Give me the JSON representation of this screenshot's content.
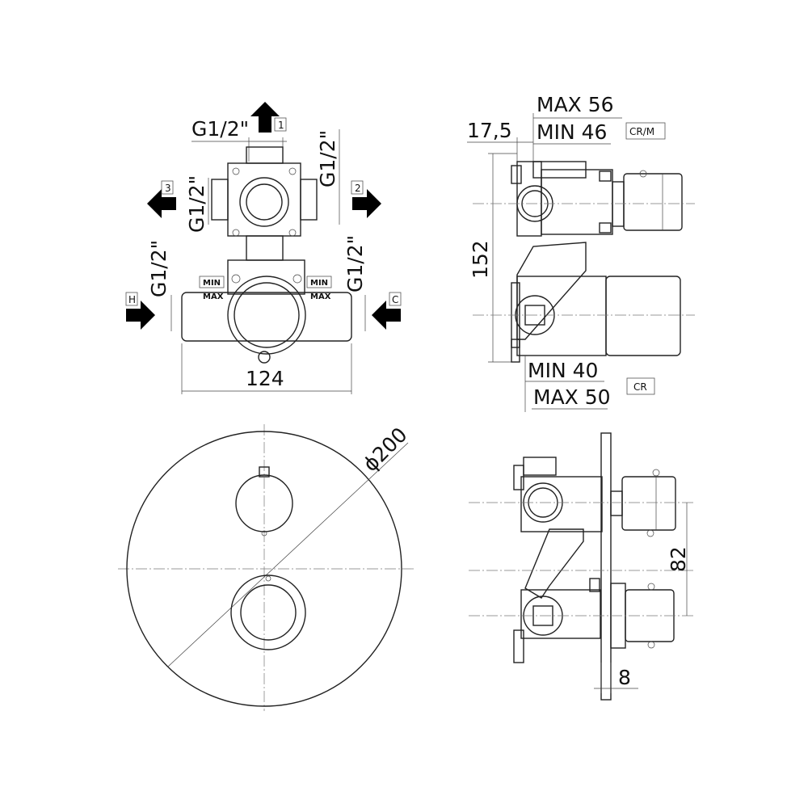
{
  "top_view": {
    "thread_top": "G1/2\"",
    "thread_left": "G1/2\"",
    "thread_right": "G1/2\"",
    "thread_lower_left": "G1/2\"",
    "thread_lower_right": "G1/2\"",
    "port_1": "1",
    "port_2": "2",
    "port_3": "3",
    "port_h": "H",
    "port_c": "C",
    "min_left": "MIN",
    "max_left": "MAX",
    "min_right": "MIN",
    "max_right": "MAX",
    "width": "124"
  },
  "side_view": {
    "max_56": "MAX 56",
    "min_46": "MIN 46",
    "offset": "17,5",
    "height": "152",
    "min_40": "MIN 40",
    "max_50": "MAX 50",
    "tag_crm": "CR/M",
    "tag_cr": "CR"
  },
  "front_view": {
    "diameter": "ϕ200"
  },
  "section_view": {
    "spacing": "82",
    "plate": "8"
  }
}
